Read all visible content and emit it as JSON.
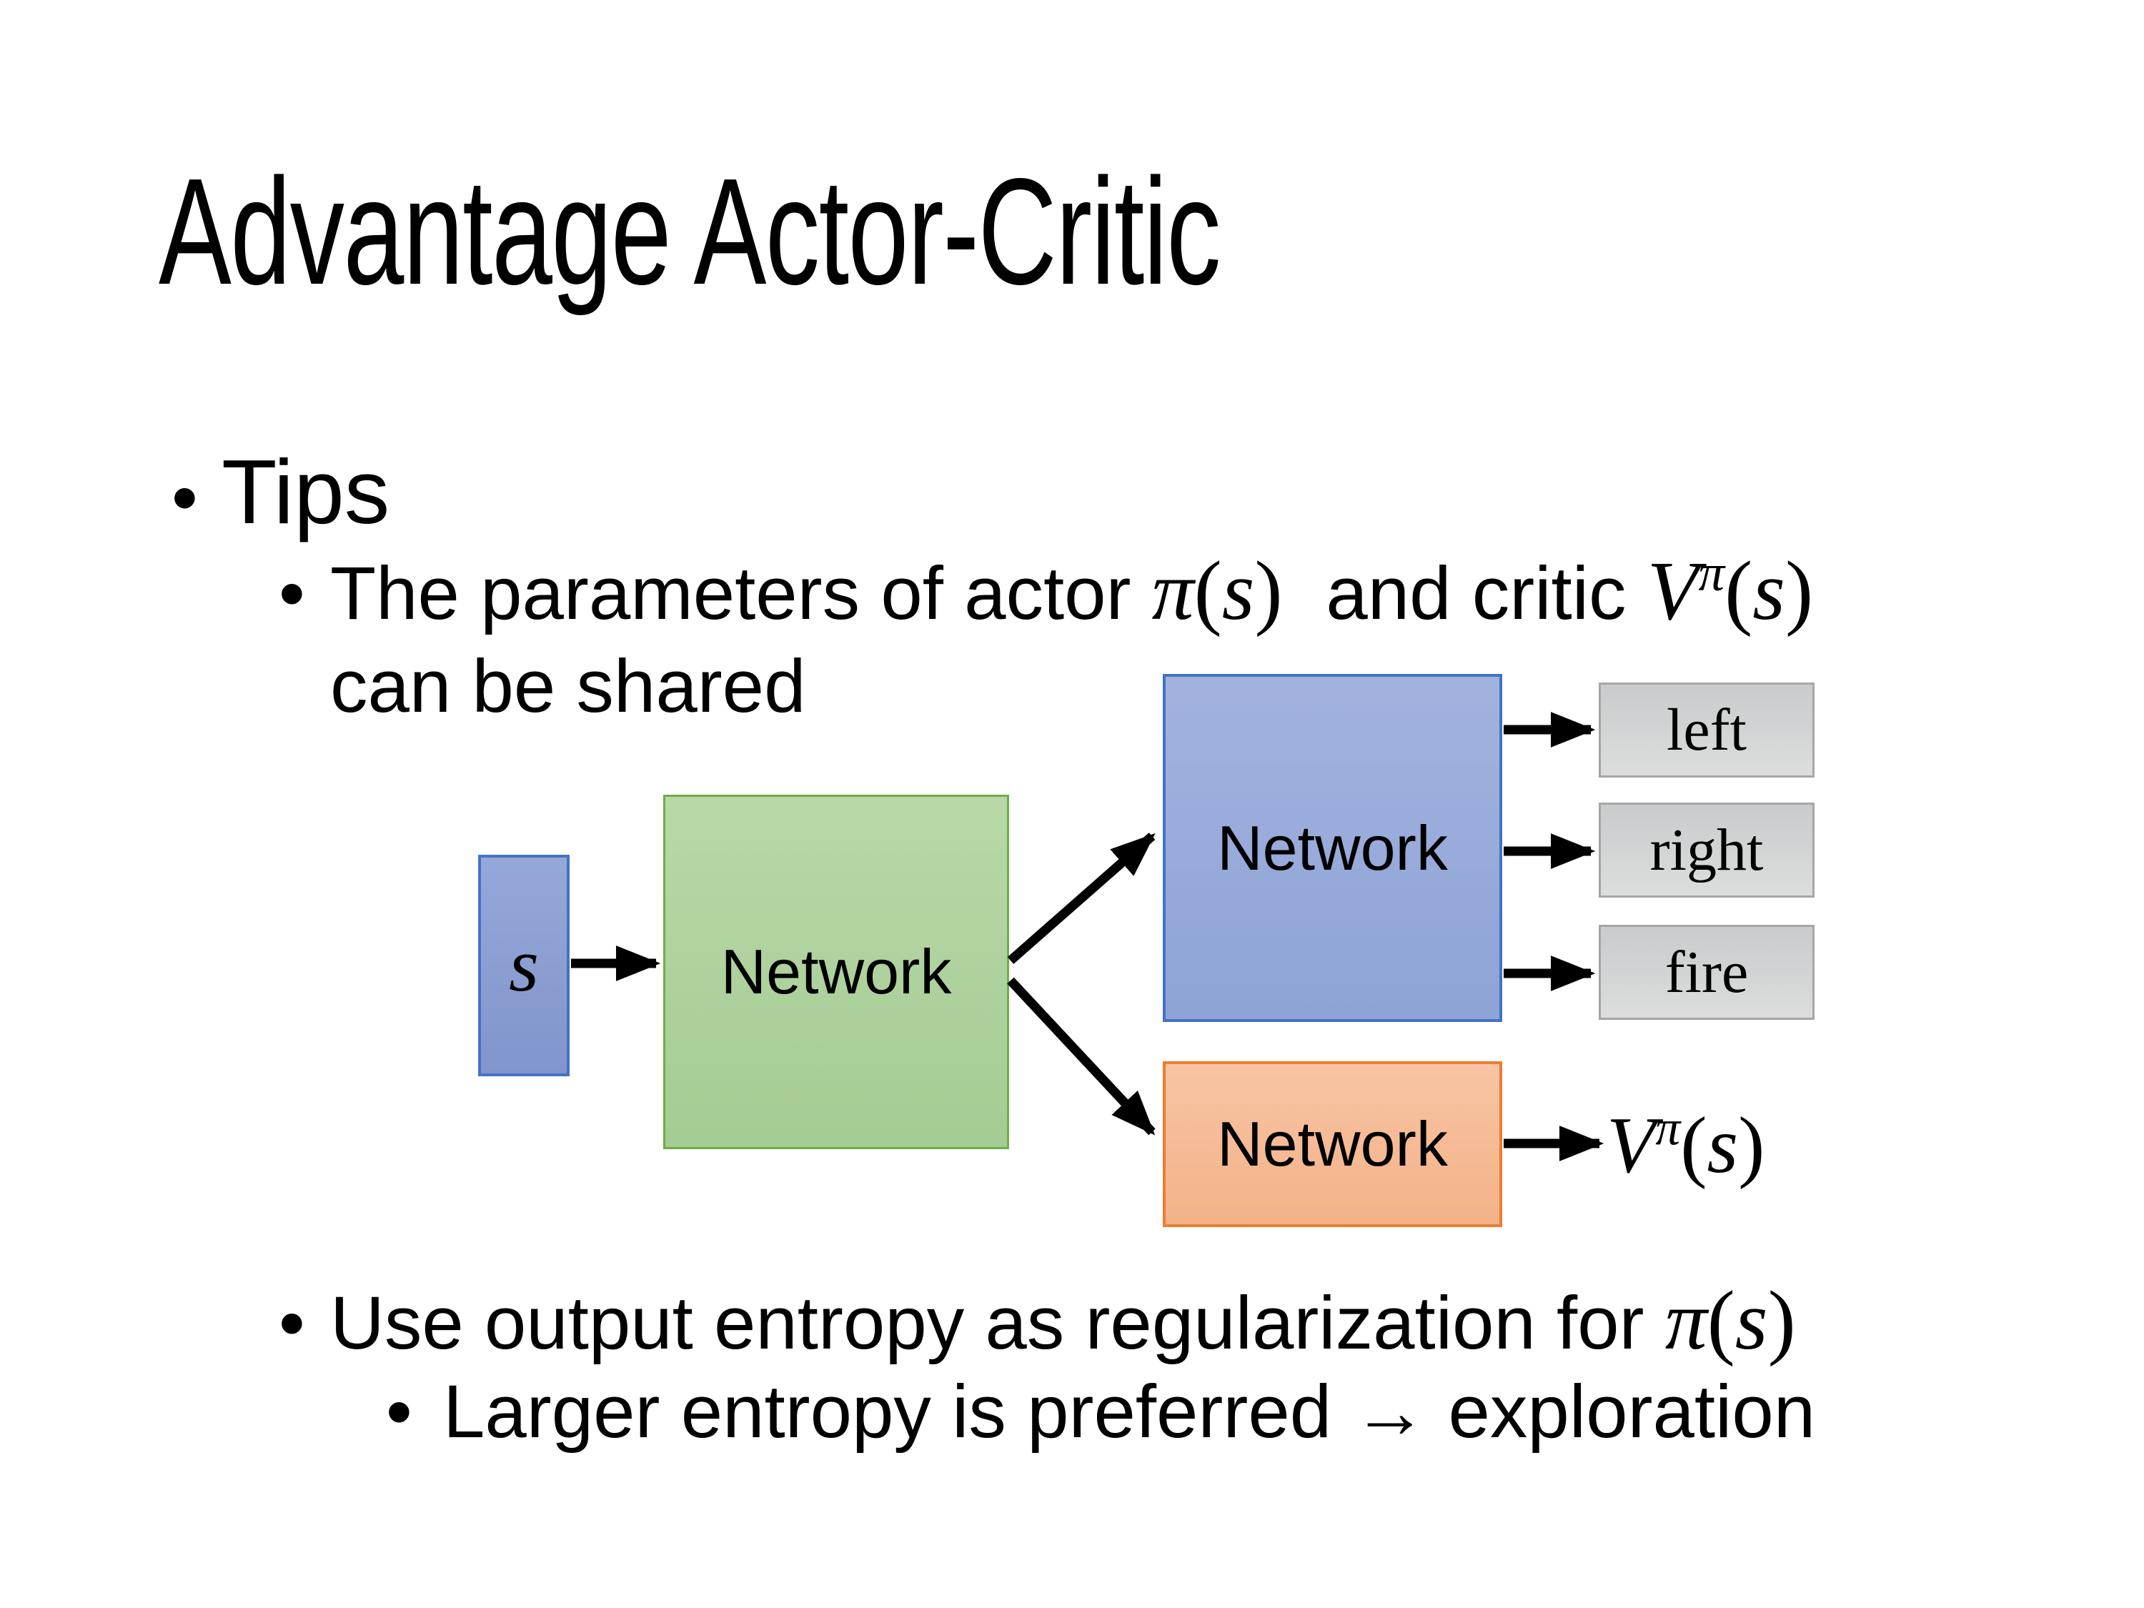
{
  "title": "Advantage Actor-Critic",
  "bullet_char": "•",
  "bullets": {
    "tips": "Tips",
    "share_pre": "The parameters of actor ",
    "share_mid": " and critic ",
    "share_line2": "can be shared",
    "entropy_pre": "Use output entropy as regularization for ",
    "exploration": "Larger entropy is preferred → exploration"
  },
  "math": {
    "pi": "π",
    "V": "V",
    "s": "s",
    "open": "(",
    "close": ")"
  },
  "diagram": {
    "state_label": "s",
    "shared_network_label": "Network",
    "actor_network_label": "Network",
    "critic_network_label": "Network",
    "actions": [
      "left",
      "right",
      "fire"
    ]
  },
  "colors": {
    "background": "#ffffff",
    "text": "#000000",
    "arrow": "#000000",
    "state_fill_a": "#96a8d8",
    "state_fill_b": "#8095cc",
    "state_border": "#4472c4",
    "shared_fill_a": "#b8d8a8",
    "shared_fill_b": "#a5cc93",
    "shared_border": "#70ad47",
    "actor_fill_a": "#a3b2df",
    "actor_fill_b": "#8da4d6",
    "actor_border": "#4472c4",
    "critic_fill_a": "#f8c4a4",
    "critic_fill_b": "#f3b288",
    "critic_border": "#ed7d31",
    "action_fill_a": "#c9cbcc",
    "action_fill_b": "#dcdddd",
    "action_border": "#a6a6a6"
  }
}
